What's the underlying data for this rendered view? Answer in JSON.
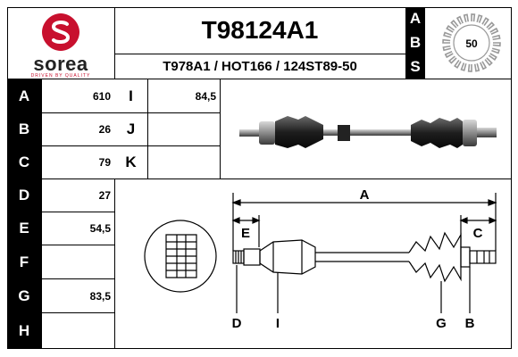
{
  "header": {
    "part_number": "T98124A1",
    "cross_refs": "T978A1 / HOT166 / 124ST89-50",
    "abs_letters": [
      "A",
      "B",
      "S"
    ],
    "abs_teeth": "50"
  },
  "logo": {
    "brand": "sorea",
    "tagline": "DRIVEN BY QUALITY",
    "brand_color": "#c8102e"
  },
  "specs": {
    "left": [
      {
        "letter": "A",
        "value": "610"
      },
      {
        "letter": "B",
        "value": "26"
      },
      {
        "letter": "C",
        "value": "79"
      },
      {
        "letter": "D",
        "value": "27"
      },
      {
        "letter": "E",
        "value": "54,5"
      },
      {
        "letter": "F",
        "value": ""
      },
      {
        "letter": "G",
        "value": "83,5"
      },
      {
        "letter": "H",
        "value": ""
      }
    ],
    "middle": [
      {
        "letter": "I",
        "value": "84,5"
      },
      {
        "letter": "J",
        "value": ""
      },
      {
        "letter": "K",
        "value": ""
      }
    ]
  },
  "diagram": {
    "labels": {
      "A": "A",
      "E": "E",
      "C": "C",
      "D": "D",
      "I": "I",
      "G": "G",
      "B": "B"
    }
  }
}
